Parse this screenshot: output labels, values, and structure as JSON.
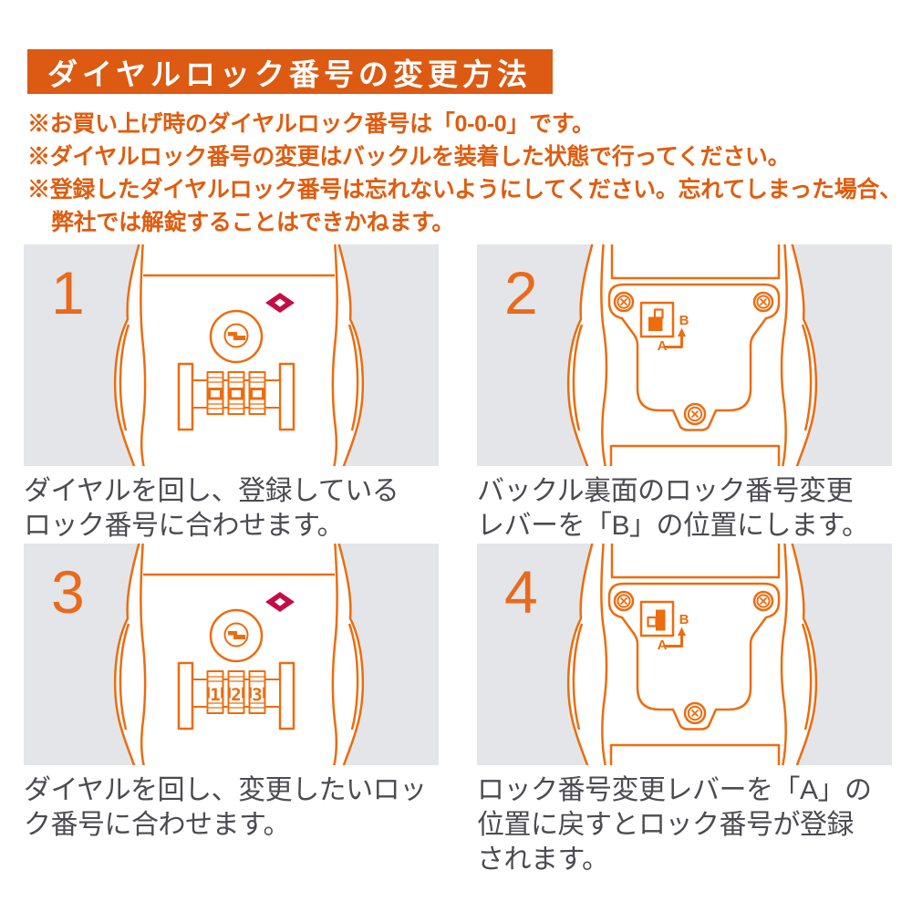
{
  "header": {
    "title": "ダイヤルロック番号の変更方法"
  },
  "notes": [
    {
      "lines": [
        "※お買い上げ時のダイヤルロック番号は「0-0-0」です。"
      ]
    },
    {
      "lines": [
        "※ダイヤルロック番号の変更はバックルを装着した状態で行ってください。"
      ]
    },
    {
      "lines": [
        "※登録したダイヤルロック番号は忘れないようにしてください。忘れてしまった場合、",
        "弊社では解錠することはできかねます。"
      ]
    }
  ],
  "steps": [
    {
      "number": "1",
      "view": "buckle-front",
      "caption_lines": [
        "ダイヤルを回し、登録している",
        "ロック番号に合わせます。"
      ]
    },
    {
      "number": "2",
      "view": "buckle-back",
      "lever_labels": {
        "a": "A",
        "b": "B"
      },
      "caption_lines": [
        "バックル裏面のロック番号変更",
        "レバーを「B」の位置にします。"
      ]
    },
    {
      "number": "3",
      "view": "buckle-front",
      "dial_digits": [
        "1",
        "2",
        "3"
      ],
      "caption_lines": [
        "ダイヤルを回し、変更したいロッ",
        "ク番号に合わせます。"
      ]
    },
    {
      "number": "4",
      "view": "buckle-back",
      "lever_labels": {
        "a": "A",
        "b": "B"
      },
      "caption_lines": [
        "ロック番号変更レバーを「A」の",
        "位置に戻すとロック番号が登録",
        "されます。"
      ]
    }
  ],
  "colors": {
    "banner_orange": "#dc5a12",
    "note_orange": "#e05c0e",
    "line_art_orange": "#ec6c0e",
    "step_number_orange": "#e96a1a",
    "panel_background": "#e3e5e9",
    "caption_gray": "#4b4b50",
    "tsa_logo_red": "#c30d45"
  }
}
